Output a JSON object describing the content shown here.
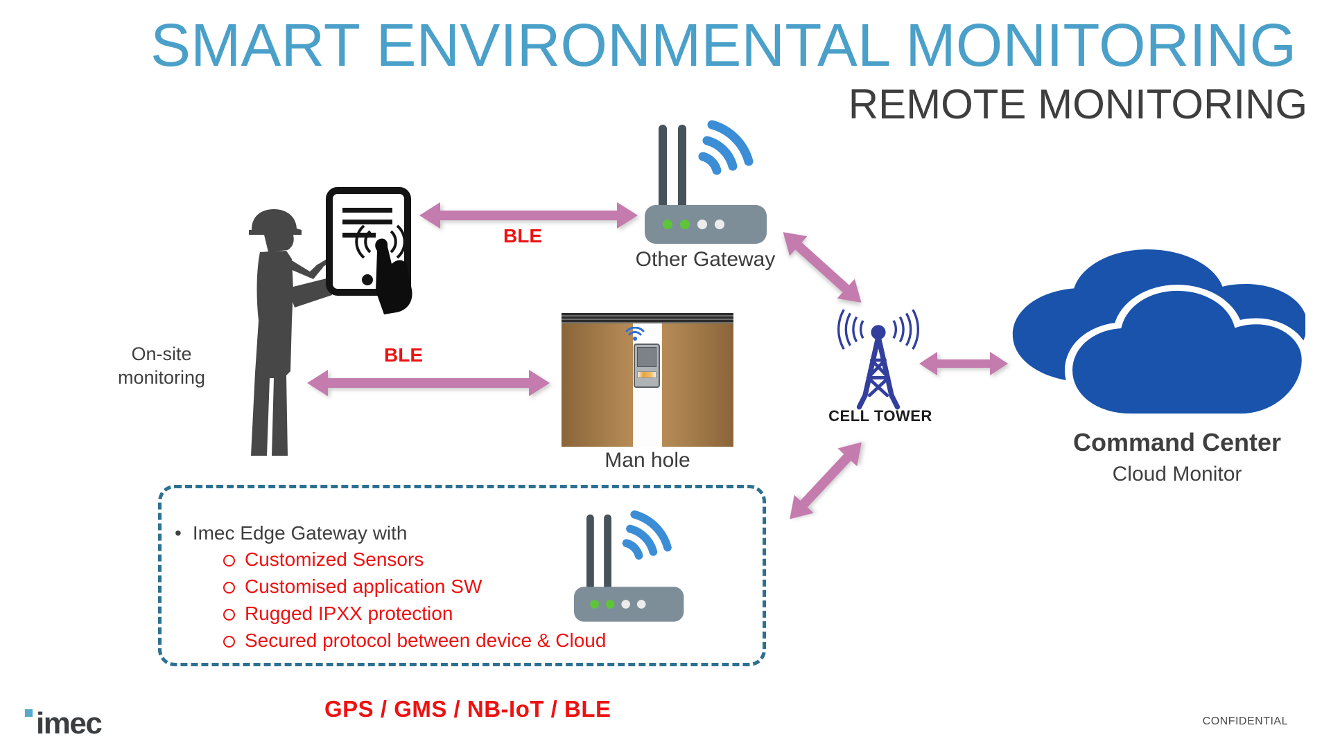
{
  "slide": {
    "title": "SMART ENVIRONMENTAL MONITORING",
    "subtitle": "REMOTE MONITORING",
    "footer_protocols": "GPS / GMS / NB-IoT / BLE",
    "confidential": "CONFIDENTIAL",
    "logo_text": "imec"
  },
  "onsite": {
    "line1": "On-site",
    "line2": "monitoring"
  },
  "connections": {
    "ble_top": "BLE",
    "ble_mid": "BLE"
  },
  "devices": {
    "other_gateway": "Other Gateway",
    "man_hole": "Man hole",
    "cell_tower": "CELL TOWER",
    "command_center": "Command Center",
    "cloud_monitor": "Cloud Monitor"
  },
  "edge_gateway_box": {
    "heading": "Imec Edge Gateway with",
    "bullet": "•",
    "items": [
      "Customized Sensors",
      "Customised application SW",
      "Rugged IPXX protection",
      "Secured protocol between device & Cloud"
    ]
  },
  "colors": {
    "title_blue": "#4AA0C9",
    "text_gray": "#3F3F3F",
    "arrow_pink": "#C47BAE",
    "alert_red": "#ED1212",
    "wifi_blue": "#3B8ED6",
    "router_gray": "#7D8E99",
    "tower_blue": "#323F9D",
    "cloud_blue": "#1A53AB",
    "box_border_teal": "#2D7092",
    "logo_blue": "#55AACD"
  }
}
